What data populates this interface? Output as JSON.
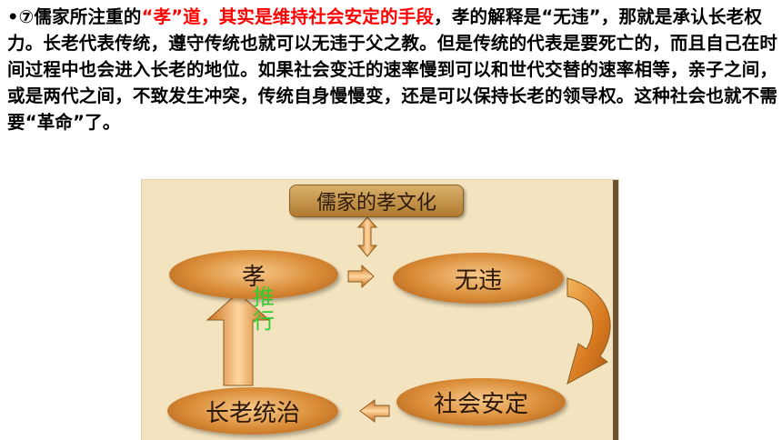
{
  "paragraph": {
    "prefix": "•⑦儒家所注重的",
    "highlight": "“孝”道，其实是维持社会安定的手段",
    "rest": "，孝的解释是“无违”，那就是承认长老权力。长老代表传统，遵守传统也就可以无违于父之教。但是传统的代表是要死亡的，而且自己在时间过程中也会进入长老的地位。如果社会变迁的速率慢到可以和世代交替的速率相等，亲子之间，或是两代之间，不致发生冲突，传统自身慢慢变，还是可以保持长老的领导权。这种社会也就不需要“革命”了。"
  },
  "diagram": {
    "top_box": "儒家的孝文化",
    "nodes": {
      "xiao": "孝",
      "wuwei": "无违",
      "shehui": "社会安定",
      "zhanglao": "长老统治"
    },
    "arrow_label": "推行"
  },
  "colors": {
    "highlight": "#ff0000",
    "arrow_label": "#33cc33",
    "node_fill": "#d98a35",
    "panel_bg": "#f3e3bf"
  }
}
